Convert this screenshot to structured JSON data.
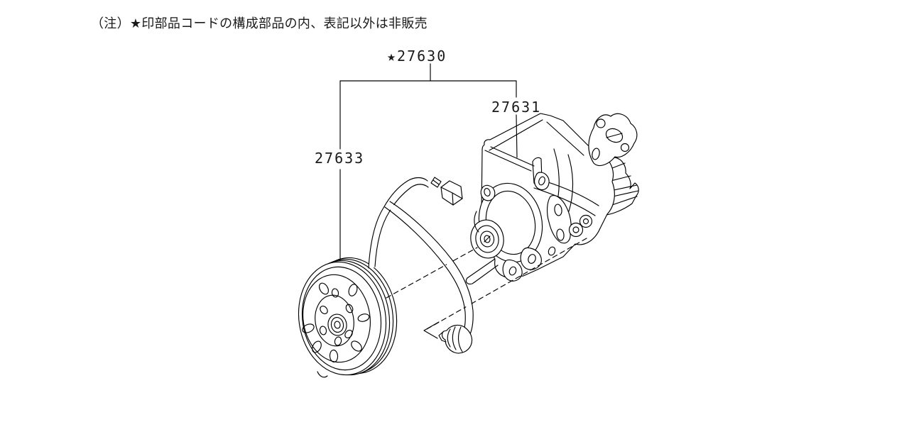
{
  "page": {
    "background": "#ffffff",
    "line_color": "#000000",
    "text_color": "#1a1a1a"
  },
  "note": {
    "text": "（注）★印部品コードの構成部品の内、表記以外は非販売"
  },
  "parts": {
    "p27630": {
      "label": "★27630",
      "code": "27630",
      "starred": true
    },
    "p27631": {
      "label": "27631",
      "code": "27631",
      "starred": false
    },
    "p27633": {
      "label": "27633",
      "code": "27633",
      "starred": false
    }
  }
}
